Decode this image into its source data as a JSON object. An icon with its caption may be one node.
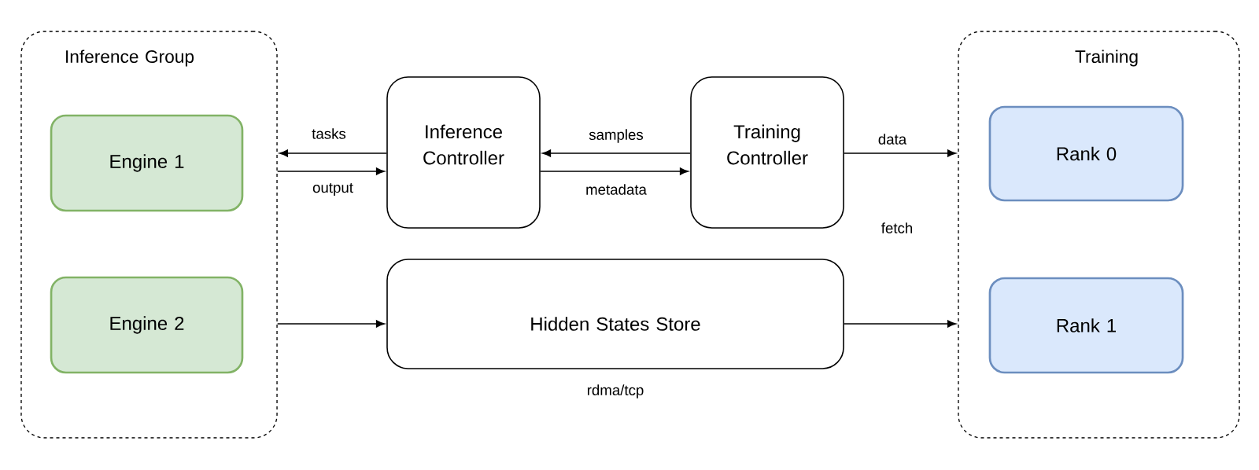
{
  "diagram": {
    "nodes": [
      {
        "text": [
          "Inference Group"
        ]
      },
      {
        "text": [
          "Engine 1"
        ],
        "in": 0
      },
      {
        "text": [
          "Engine 2"
        ],
        "in": 0
      },
      {
        "text": [
          "Inference Controller"
        ]
      },
      {
        "text": [
          "Training Controller"
        ]
      },
      {
        "text": [
          "Hidden States Store"
        ],
        "beside": [
          "rdma/tcp"
        ]
      },
      {
        "text": [
          "Training"
        ]
      },
      {
        "text": [
          "Rank 0"
        ],
        "in": 6
      },
      {
        "text": [
          "Rank 1"
        ],
        "in": 6
      }
    ],
    "edges": [
      {
        "from": 3,
        "to": 0,
        "arrow": "to",
        "label": "tasks"
      },
      {
        "from": 0,
        "to": 3,
        "arrow": "to",
        "label": "output"
      },
      {
        "from": 4,
        "to": 3,
        "arrow": "to",
        "label": "samples"
      },
      {
        "from": 3,
        "to": 4,
        "arrow": "to",
        "label": "metadata"
      },
      {
        "from": 4,
        "to": 6,
        "arrow": "to",
        "label": "data"
      },
      {
        "from": 0,
        "to": 5,
        "arrow": "to"
      },
      {
        "from": 5,
        "to": 6,
        "arrow": "to"
      }
    ],
    "labels": [
      "fetch"
    ]
  }
}
